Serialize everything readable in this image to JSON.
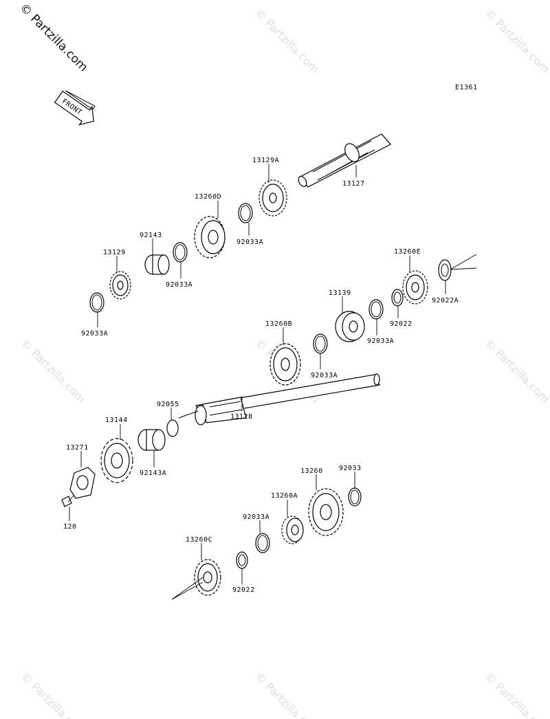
{
  "watermark": {
    "main": "© Partzilla.com",
    "tiles": [
      "© Partzilla.com",
      "© Partzilla.com",
      "© Partzilla.com",
      "© Partzilla.com",
      "© Partzilla.com",
      "© Partzilla.com",
      "© Partzilla.com",
      "© Partzilla.com"
    ]
  },
  "diagram_code": "E1361",
  "front_arrow_label": "FRONT",
  "callouts": {
    "p13127": "13127",
    "p13129A": "13129A",
    "p13260D": "13260D",
    "p92033A_1": "92033A",
    "p92143": "92143",
    "p92033A_2": "92033A",
    "p13129": "13129",
    "p92033A_3": "92033A",
    "p13260E": "13260E",
    "p92022A": "92022A",
    "p13139": "13139",
    "p92022_1": "92022",
    "p92033A_4": "92033A",
    "p13260B": "13260B",
    "p92033A_5": "92033A",
    "p92055": "92055",
    "p13128": "13128",
    "p13144": "13144",
    "p13271": "13271",
    "p92143A": "92143A",
    "p120": "120",
    "p13260": "13260",
    "p92033": "92033",
    "p13260A": "13260A",
    "p92033A_6": "92033A",
    "p13260C": "13260C",
    "p92022_2": "92022"
  }
}
